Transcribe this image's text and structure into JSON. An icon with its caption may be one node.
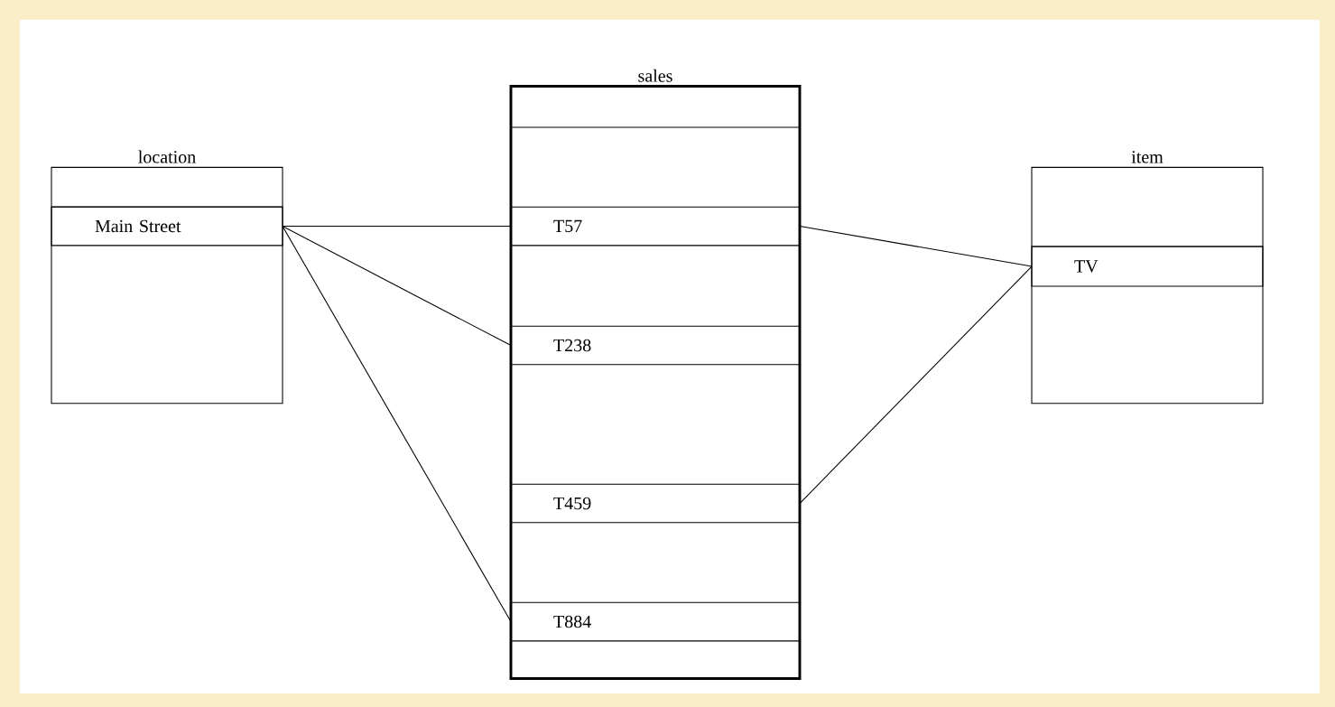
{
  "diagram": {
    "nodes": [
      {
        "text": [
          "location"
        ]
      },
      {
        "text": [
          "Main Street"
        ],
        "in": 0
      },
      {
        "text": [
          "sales"
        ]
      },
      {
        "text": [
          "T57"
        ],
        "in": 2
      },
      {
        "text": [
          "T238"
        ],
        "in": 2
      },
      {
        "text": [
          "T459"
        ],
        "in": 2
      },
      {
        "text": [
          "T884"
        ],
        "in": 2
      },
      {
        "text": [
          "item"
        ]
      },
      {
        "text": [
          "TV"
        ],
        "in": 7
      }
    ],
    "edges": [
      {
        "from": 1,
        "to": 3,
        "arrow": "none"
      },
      {
        "from": 1,
        "to": 4,
        "arrow": "none"
      },
      {
        "from": 1,
        "to": 6,
        "arrow": "none"
      },
      {
        "from": 3,
        "to": 8,
        "arrow": "none"
      },
      {
        "from": 5,
        "to": 8,
        "arrow": "none"
      }
    ]
  }
}
